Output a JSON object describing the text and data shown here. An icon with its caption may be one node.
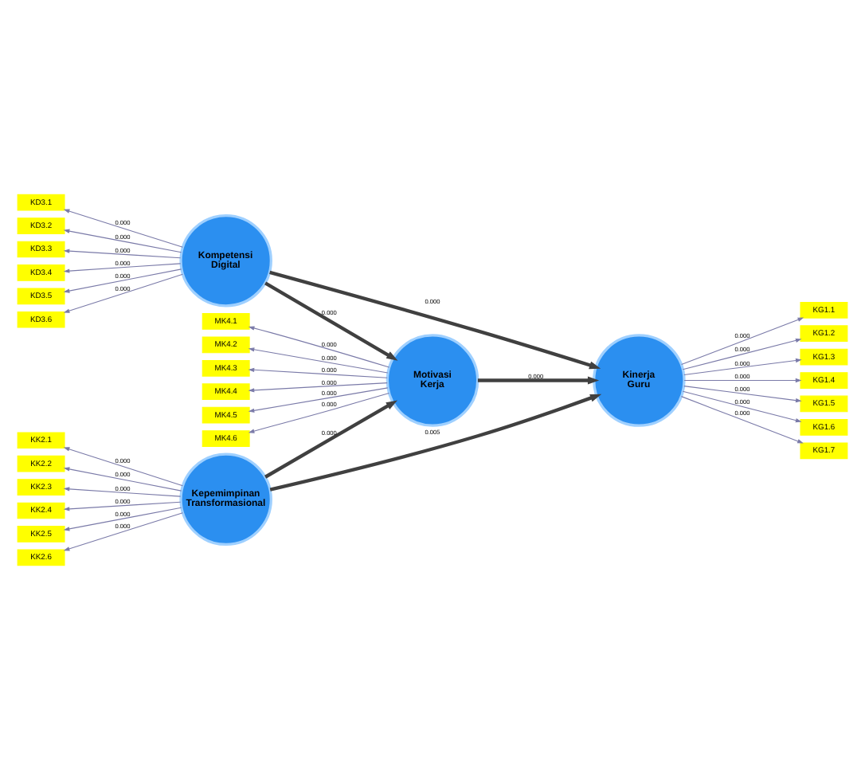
{
  "diagram": {
    "nodes": [
      {
        "text": [
          "Kepemimpinan Transformasional"
        ]
      },
      {
        "text": [
          "KK2.1"
        ]
      },
      {
        "text": [
          "KK2.2"
        ]
      },
      {
        "text": [
          "KK2.3"
        ]
      },
      {
        "text": [
          "KK2.4"
        ]
      },
      {
        "text": [
          "KK2.5"
        ]
      },
      {
        "text": [
          "KK2.6"
        ]
      },
      {
        "text": [
          "Motivasi Kerja"
        ]
      },
      {
        "text": [
          "MK4.1"
        ]
      },
      {
        "text": [
          "MK4.2"
        ]
      },
      {
        "text": [
          "MK4.3"
        ]
      },
      {
        "text": [
          "MK4.4"
        ]
      },
      {
        "text": [
          "MK4.5"
        ]
      },
      {
        "text": [
          "MK4.6"
        ]
      },
      {
        "text": [
          "Kinerja Guru"
        ]
      },
      {
        "text": [
          "KG1.1"
        ]
      },
      {
        "text": [
          "KG1.2"
        ]
      },
      {
        "text": [
          "KG1.3"
        ]
      },
      {
        "text": [
          "KG1.4"
        ]
      },
      {
        "text": [
          "KG1.5"
        ]
      },
      {
        "text": [
          "KG1.6"
        ]
      },
      {
        "text": [
          "KG1.7"
        ]
      },
      {
        "text": [
          "Kompetensi Digital"
        ]
      },
      {
        "text": [
          "KD3.1"
        ]
      },
      {
        "text": [
          "KD3.2"
        ]
      },
      {
        "text": [
          "KD3.3"
        ]
      },
      {
        "text": [
          "KD3.4"
        ]
      },
      {
        "text": [
          "KD3.5"
        ]
      },
      {
        "text": [
          "KD3.6"
        ]
      }
    ],
    "edges": [
      {
        "from": 0,
        "to": 1,
        "arrow": "to",
        "label": "0.000"
      },
      {
        "from": 0,
        "to": 2,
        "arrow": "to",
        "label": "0.000"
      },
      {
        "from": 0,
        "to": 3,
        "arrow": "to",
        "label": "0.000"
      },
      {
        "from": 0,
        "to": 4,
        "arrow": "to",
        "label": "0.000"
      },
      {
        "from": 0,
        "to": 5,
        "arrow": "to",
        "label": "0.000"
      },
      {
        "from": 0,
        "to": 6,
        "arrow": "to",
        "label": "0.000"
      },
      {
        "from": 7,
        "to": 8,
        "arrow": "to",
        "label": "0.000"
      },
      {
        "from": 7,
        "to": 9,
        "arrow": "to",
        "label": "0.000"
      },
      {
        "from": 7,
        "to": 10,
        "arrow": "to",
        "label": "0.000"
      },
      {
        "from": 7,
        "to": 11,
        "arrow": "to",
        "label": "0.000"
      },
      {
        "from": 7,
        "to": 12,
        "arrow": "to",
        "label": "0.000"
      },
      {
        "from": 7,
        "to": 13,
        "arrow": "to",
        "label": "0.000"
      },
      {
        "from": 14,
        "to": 15,
        "arrow": "to",
        "label": "0.000"
      },
      {
        "from": 14,
        "to": 16,
        "arrow": "to",
        "label": "0.000"
      },
      {
        "from": 14,
        "to": 17,
        "arrow": "to",
        "label": "0.000"
      },
      {
        "from": 14,
        "to": 18,
        "arrow": "to",
        "label": "0.000"
      },
      {
        "from": 14,
        "to": 19,
        "arrow": "to",
        "label": "0.000"
      },
      {
        "from": 14,
        "to": 20,
        "arrow": "to",
        "label": "0.000"
      },
      {
        "from": 14,
        "to": 21,
        "arrow": "to",
        "label": "0.000"
      },
      {
        "from": 22,
        "to": 23,
        "arrow": "to",
        "label": "0.000"
      },
      {
        "from": 22,
        "to": 24,
        "arrow": "to",
        "label": "0.000"
      },
      {
        "from": 22,
        "to": 25,
        "arrow": "to",
        "label": "0.000"
      },
      {
        "from": 22,
        "to": 26,
        "arrow": "to",
        "label": "0.000"
      },
      {
        "from": 22,
        "to": 27,
        "arrow": "to",
        "label": "0.000"
      },
      {
        "from": 22,
        "to": 28,
        "arrow": "to",
        "label": "0.000"
      },
      {
        "from": 0,
        "to": 7,
        "arrow": "to",
        "label": "0.000",
        "style": "thick",
        "color": "#404040"
      },
      {
        "from": 0,
        "to": 14,
        "arrow": "to",
        "label": "0.005",
        "style": "thick",
        "color": "#404040"
      },
      {
        "from": 7,
        "to": 14,
        "arrow": "to",
        "label": "0.000",
        "style": "thick",
        "color": "#404040"
      },
      {
        "from": 22,
        "to": 7,
        "arrow": "to",
        "label": "0.000",
        "style": "thick",
        "color": "#404040"
      },
      {
        "from": 22,
        "to": 14,
        "arrow": "to",
        "label": "0.000",
        "style": "thick",
        "color": "#404040"
      }
    ]
  }
}
